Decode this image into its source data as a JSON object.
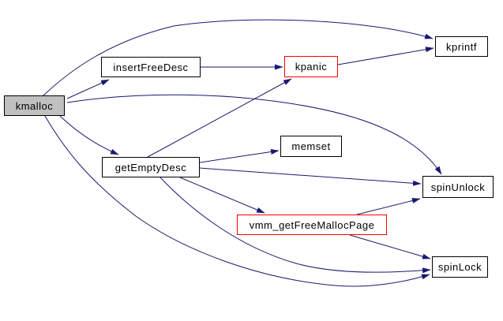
{
  "diagram": {
    "type": "call-graph",
    "background_color": "#ffffff",
    "edge_color": "#191970",
    "focus_fill_color": "#c0c0c0",
    "highlight_border_color": "#ff0000",
    "nodes": [
      {
        "id": "kmalloc",
        "label": "kmalloc",
        "fill": "#c0c0c0",
        "border": "#000000"
      },
      {
        "id": "insertFreeDesc",
        "label": "insertFreeDesc",
        "fill": "#ffffff",
        "border": "#000000"
      },
      {
        "id": "kpanic",
        "label": "kpanic",
        "fill": "#ffffff",
        "border": "#ff0000"
      },
      {
        "id": "kprintf",
        "label": "kprintf",
        "fill": "#ffffff",
        "border": "#000000"
      },
      {
        "id": "memset",
        "label": "memset",
        "fill": "#ffffff",
        "border": "#000000"
      },
      {
        "id": "getEmptyDesc",
        "label": "getEmptyDesc",
        "fill": "#ffffff",
        "border": "#000000"
      },
      {
        "id": "spinUnlock",
        "label": "spinUnlock",
        "fill": "#ffffff",
        "border": "#000000"
      },
      {
        "id": "vmm_getFreeMallocPage",
        "label": "vmm_getFreeMallocPage",
        "fill": "#ffffff",
        "border": "#ff0000"
      },
      {
        "id": "spinLock",
        "label": "spinLock",
        "fill": "#ffffff",
        "border": "#000000"
      }
    ],
    "edges": [
      {
        "from": "kmalloc",
        "to": "kprintf"
      },
      {
        "from": "kmalloc",
        "to": "insertFreeDesc"
      },
      {
        "from": "kmalloc",
        "to": "getEmptyDesc"
      },
      {
        "from": "kmalloc",
        "to": "spinUnlock"
      },
      {
        "from": "kmalloc",
        "to": "spinLock"
      },
      {
        "from": "insertFreeDesc",
        "to": "kpanic"
      },
      {
        "from": "kpanic",
        "to": "kprintf"
      },
      {
        "from": "getEmptyDesc",
        "to": "kpanic"
      },
      {
        "from": "getEmptyDesc",
        "to": "memset"
      },
      {
        "from": "getEmptyDesc",
        "to": "spinUnlock"
      },
      {
        "from": "getEmptyDesc",
        "to": "vmm_getFreeMallocPage"
      },
      {
        "from": "getEmptyDesc",
        "to": "spinLock"
      },
      {
        "from": "vmm_getFreeMallocPage",
        "to": "spinUnlock"
      },
      {
        "from": "vmm_getFreeMallocPage",
        "to": "spinLock"
      }
    ]
  }
}
